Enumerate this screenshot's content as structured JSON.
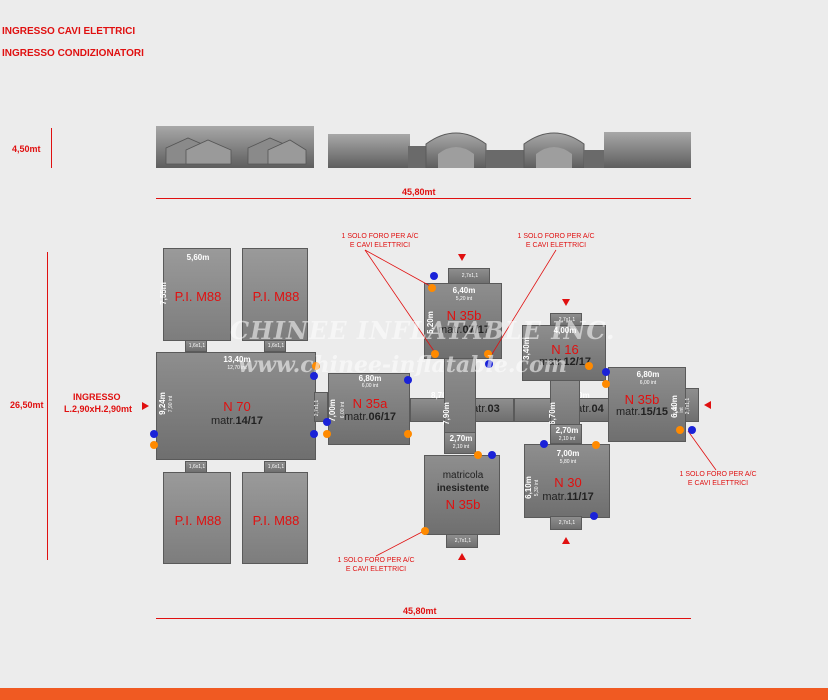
{
  "legend": {
    "line1": "INGRESSO CAVI ELETTRICI",
    "line2": "INGRESSO CONDIZIONATORI"
  },
  "elevation": {
    "height_label": "4,50mt",
    "width_label": "45,80mt"
  },
  "plan": {
    "height_label": "26,50mt",
    "width_label": "45,80mt",
    "entrance_label": "INGRESSO",
    "entrance_size": "L.2,90xH.2,90mt",
    "notes": {
      "top_left": [
        "1 SOLO FORO PER A/C",
        "E CAVI ELETTRICI"
      ],
      "top_right": [
        "1 SOLO FORO PER A/C",
        "E CAVI ELETTRICI"
      ],
      "right": [
        "1 SOLO FORO PER A/C",
        "E CAVI ELETTRICI"
      ],
      "bottom": [
        "1 SOLO FORO PER A/C",
        "E CAVI ELETTRICI"
      ]
    },
    "pi_modules": {
      "label": "P.I. M88",
      "width": "5,60m",
      "depth": "7,55m",
      "door": "1,6x1,1"
    },
    "n70": {
      "name": "N 70",
      "matr_prefix": "matr.",
      "matr": "14/17",
      "width": "13,40m",
      "width_int": "12,70 int",
      "depth": "9,24m",
      "depth_int": "7,90 int",
      "door": "2,7x1,1"
    },
    "n35a": {
      "name": "N 35a",
      "matr_prefix": "matr.",
      "matr": "06/17",
      "width": "6,80m",
      "width_int": "6,00 int",
      "depth": "7,00m",
      "depth_int": "6,00 int"
    },
    "corridor": {
      "width": "8,70m",
      "depth": "7,90m",
      "matr_prefix": "matr.",
      "matr": "03",
      "cross_width": "2,70m",
      "cross_int": "2,10 int",
      "door": "2,7x1,1"
    },
    "n35b_top": {
      "name": "N 35b",
      "matr_prefix": "matr.",
      "matr": "07/17",
      "width": "6,40m",
      "width_int": "5,20 int",
      "depth": "5,20m",
      "door": "2,7x1,1"
    },
    "n35b_bottom": {
      "line1": "matricola",
      "line2": "inesistente",
      "name": "N 35b",
      "door": "2,7x1,1"
    },
    "corridor2": {
      "width": "7,90m",
      "depth": "6,70m",
      "matr_prefix": "matr.",
      "matr": "04",
      "cross_width": "2,70m",
      "cross_int": "2,10 int"
    },
    "n16": {
      "name": "N 16",
      "matr_prefix": "matr.",
      "matr": "12/17",
      "width": "4,00m",
      "depth": "3,40m",
      "door": "2,7x1,1"
    },
    "n35b_right": {
      "name": "N 35b",
      "matr_prefix": "matr.",
      "matr": "15/15",
      "width": "6,80m",
      "width_int": "6,00 int",
      "depth": "6,40m",
      "depth_int": "5,20 int",
      "door": "2,7x1,1"
    },
    "n30": {
      "name": "N 30",
      "matr_prefix": "matr.",
      "matr": "11/17",
      "width": "7,00m",
      "width_int": "5,80 int",
      "depth": "6,10m",
      "depth_int": "5,30 int",
      "door": "2,7x1,1"
    }
  },
  "watermark": {
    "line1": "CHINEE INFLATABLE INC.",
    "line2": "www.chinee-inflatable.com"
  },
  "colors": {
    "accent": "#e01010",
    "cable_dot": "#1a22d8",
    "ac_dot": "#ff8a00",
    "module": "#7f7f7f",
    "footer": "#f05a22"
  }
}
